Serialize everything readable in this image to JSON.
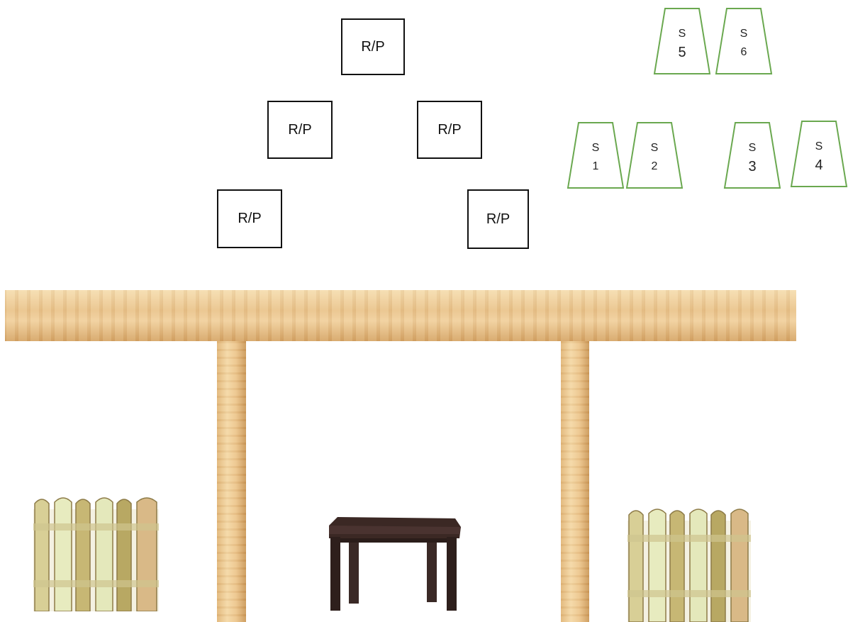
{
  "rp_boxes": [
    {
      "label": "R/P"
    },
    {
      "label": "R/P"
    },
    {
      "label": "R/P"
    },
    {
      "label": "R/P"
    },
    {
      "label": "R/P"
    }
  ],
  "stations": [
    {
      "top": "S",
      "bottom": "5"
    },
    {
      "top": "S",
      "bottom": "6"
    },
    {
      "top": "S",
      "bottom": "1"
    },
    {
      "top": "S",
      "bottom": "2"
    },
    {
      "top": "S",
      "bottom": "3"
    },
    {
      "top": "S",
      "bottom": "4"
    }
  ],
  "colors": {
    "station_outline": "#6aa84f",
    "box_outline": "#111111",
    "wood": "#e9c28a",
    "table": "#3a2622",
    "fence_light": "#dfe4b4",
    "fence_wood": "#c9a56a"
  },
  "icons": {
    "fence": "picket-fence-icon",
    "table": "table-icon",
    "beam": "wooden-beam",
    "post": "wooden-post"
  }
}
